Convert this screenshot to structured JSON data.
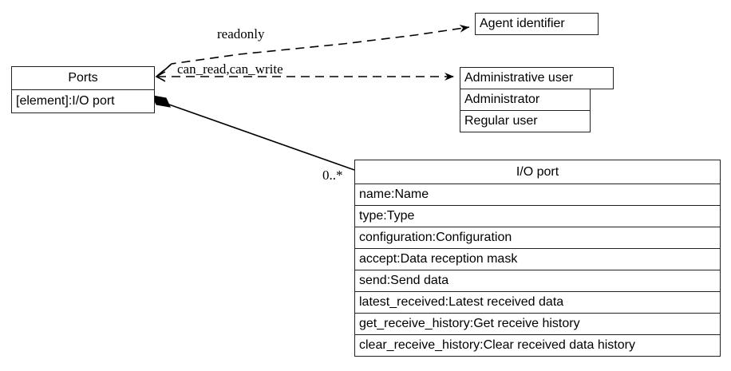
{
  "diagram": {
    "type": "uml-class-diagram",
    "stroke_color": "#222222",
    "fill_color": "#ffffff",
    "text_color": "#000000"
  },
  "classes": {
    "ports": {
      "name": "Ports",
      "attributes": [
        "[element]:I/O port"
      ]
    },
    "agent_identifier": {
      "name": "Agent identifier",
      "attributes": []
    },
    "administrative_user": {
      "name": "Administrative user",
      "attributes": [
        "Administrator",
        "Regular user"
      ]
    },
    "io_port": {
      "name": "I/O port",
      "attributes": [
        "name:Name",
        "type:Type",
        "configuration:Configuration",
        "accept:Data reception mask",
        "send:Send data",
        "latest_received:Latest received data",
        "get_receive_history:Get receive history",
        "clear_receive_history:Clear received data history"
      ]
    }
  },
  "edges": {
    "readonly": {
      "label": "readonly",
      "style": "dashed",
      "from": "ports",
      "to": "agent_identifier"
    },
    "can_read_can_write": {
      "label": "can_read,can_write",
      "style": "dashed",
      "from": "ports",
      "to": "administrative_user"
    },
    "composition": {
      "label": "0..*",
      "style": "solid",
      "from": "ports",
      "to": "io_port",
      "decoration": "filled-diamond"
    }
  }
}
